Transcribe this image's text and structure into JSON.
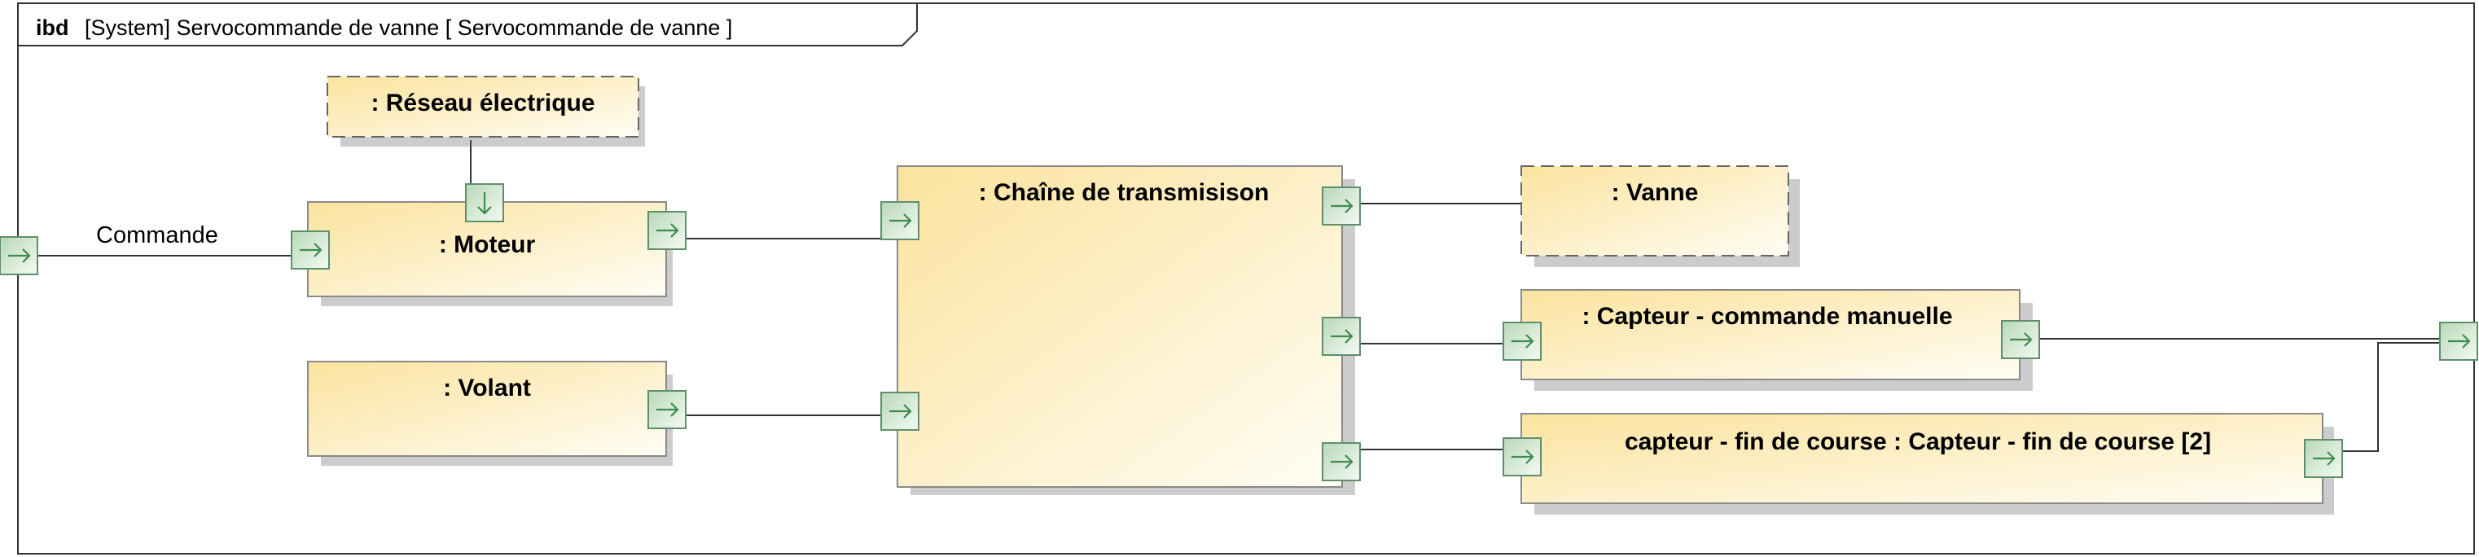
{
  "frame": {
    "keyword": "ibd",
    "title": "[System] Servocommande de vanne [ Servocommande de vanne ]"
  },
  "parts": {
    "reseau": ": Réseau électrique",
    "moteur": ": Moteur",
    "volant": ": Volant",
    "chaine": ": Chaîne de transmisison",
    "vanne": ": Vanne",
    "capteur_manuel": ": Capteur - commande manuelle",
    "capteur_fin": "capteur - fin de course : Capteur - fin de course [2]"
  },
  "connectors": {
    "commande": "Commande"
  },
  "icons": {
    "port_flow_right": "arrow-right-icon",
    "port_flow_down": "arrow-down-icon"
  },
  "colors": {
    "block_fill_start": "#fbe6a6",
    "block_fill_end": "#fffdf4",
    "block_stroke": "#8a8a8a",
    "port_fill": "#d6e9d6",
    "port_arrow": "#3f8c4f"
  }
}
